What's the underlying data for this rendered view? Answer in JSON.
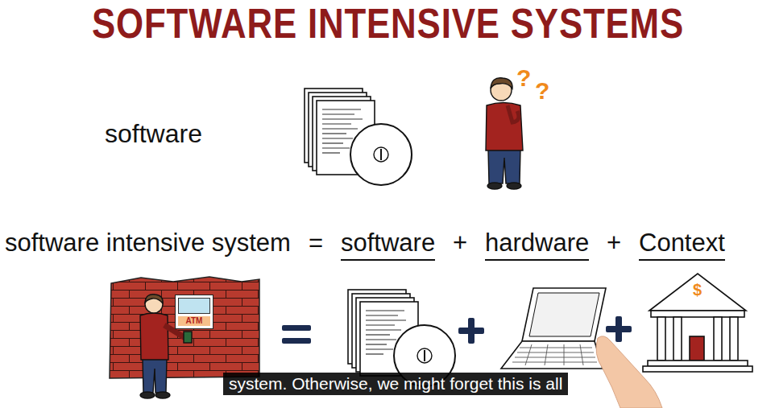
{
  "diagram": {
    "title": "SOFTWARE INTENSIVE SYSTEMS",
    "caption": "system. Otherwise, we might forget this is all",
    "nodes": [
      {
        "text": [
          "ATM"
        ]
      }
    ],
    "labels": [
      "software",
      "?",
      "?",
      "software intensive system",
      "=",
      "software",
      "+",
      "hardware",
      "+",
      "Context",
      "$"
    ]
  }
}
